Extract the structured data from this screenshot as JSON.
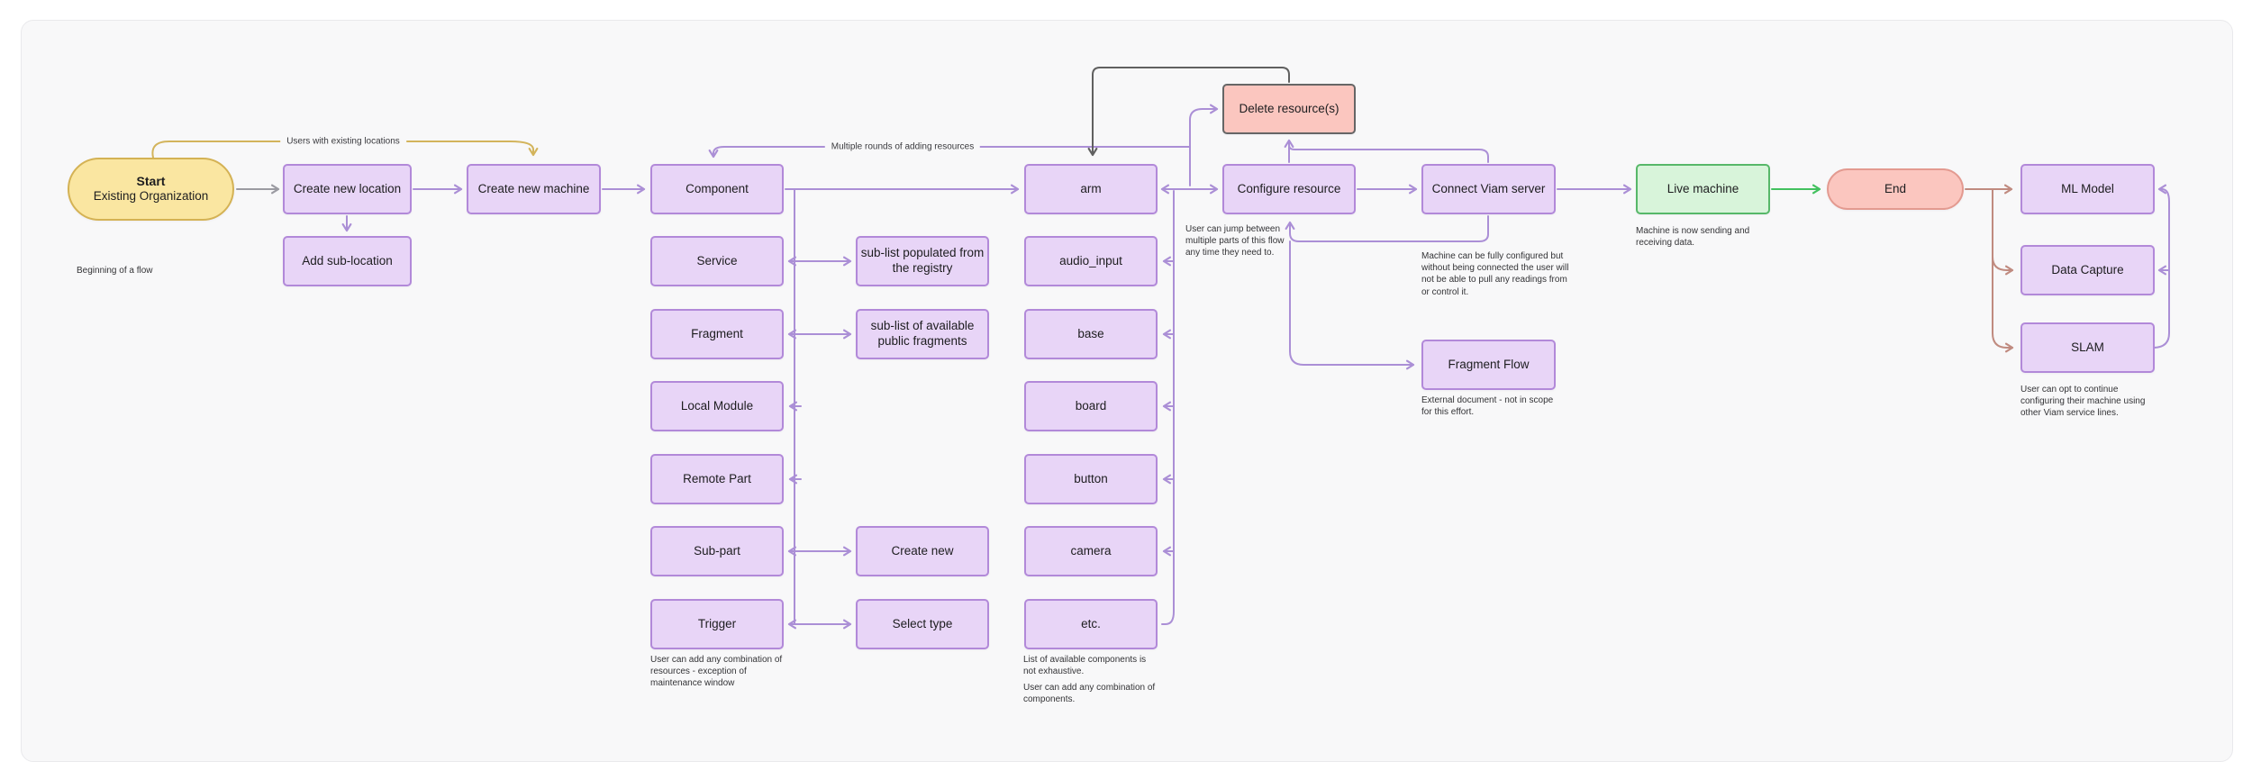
{
  "app": {
    "type": "flowchart-whiteboard"
  },
  "colors": {
    "canvas_bg": "#f8f8f9",
    "canvas_border": "#e9e9ec",
    "node_purple_fill": "#e8d5f7",
    "node_purple_border": "#b289d9",
    "node_yellow_fill": "#fae6a1",
    "node_yellow_border": "#d4b254",
    "node_red_fill": "#fbc6bf",
    "node_red_border": "#666666",
    "node_pink_fill": "#fbc6bf",
    "node_pink_border": "#e39a90",
    "node_green_fill": "#d8f4da",
    "node_green_border": "#57b869",
    "wire_purple": "#ab8fd6",
    "wire_gray": "#9b9ba2",
    "wire_dark": "#606060",
    "wire_yellow": "#d3b45c",
    "wire_green": "#43c15f",
    "wire_salmon": "#c08b80"
  },
  "nodes": {
    "start": {
      "title": "Start",
      "subtitle": "Existing Organization"
    },
    "create_new_location": {
      "label": "Create new location"
    },
    "add_sub_location": {
      "label": "Add sub-location"
    },
    "create_new_machine": {
      "label": "Create new machine"
    },
    "component": {
      "label": "Component"
    },
    "service": {
      "label": "Service"
    },
    "fragment": {
      "label": "Fragment"
    },
    "local_module": {
      "label": "Local Module"
    },
    "remote_part": {
      "label": "Remote Part"
    },
    "sub_part": {
      "label": "Sub-part"
    },
    "trigger": {
      "label": "Trigger"
    },
    "sublist_registry": {
      "label": "sub-list populated from the registry"
    },
    "sublist_fragments": {
      "label": "sub-list of available public fragments"
    },
    "create_new": {
      "label": "Create new"
    },
    "select_type": {
      "label": "Select type"
    },
    "arm": {
      "label": "arm"
    },
    "audio_input": {
      "label": "audio_input"
    },
    "base": {
      "label": "base"
    },
    "board": {
      "label": "board"
    },
    "button": {
      "label": "button"
    },
    "camera": {
      "label": "camera"
    },
    "etc": {
      "label": "etc."
    },
    "delete_resource": {
      "label": "Delete resource(s)"
    },
    "configure_resource": {
      "label": "Configure resource"
    },
    "connect_viam_server": {
      "label": "Connect Viam server"
    },
    "fragment_flow": {
      "label": "Fragment Flow"
    },
    "live_machine": {
      "label": "Live machine"
    },
    "end": {
      "label": "End"
    },
    "ml_model": {
      "label": "ML Model"
    },
    "data_capture": {
      "label": "Data Capture"
    },
    "slam": {
      "label": "SLAM"
    }
  },
  "edge_labels": {
    "users_existing_locations": "Users with existing locations",
    "multiple_rounds": "Multiple rounds of adding resources"
  },
  "notes": {
    "beginning": "Beginning of a flow",
    "resources_combo": "User can add any combination of resources - exception of maintenance window",
    "components_not_exhaustive": "List of available components is not exhaustive.",
    "components_combo": "User can add any combination of components.",
    "user_can_jump": "User can jump between multiple parts of this flow any time they need to.",
    "machine_configured": "Machine can be fully configured but without being connected the user will not be able to pull any readings from or control it.",
    "external_document": "External document - not in scope for this effort.",
    "machine_sending": "Machine is now sending and receiving data.",
    "continue_configuring": "User can opt to continue configuring their machine using other Viam service lines."
  }
}
